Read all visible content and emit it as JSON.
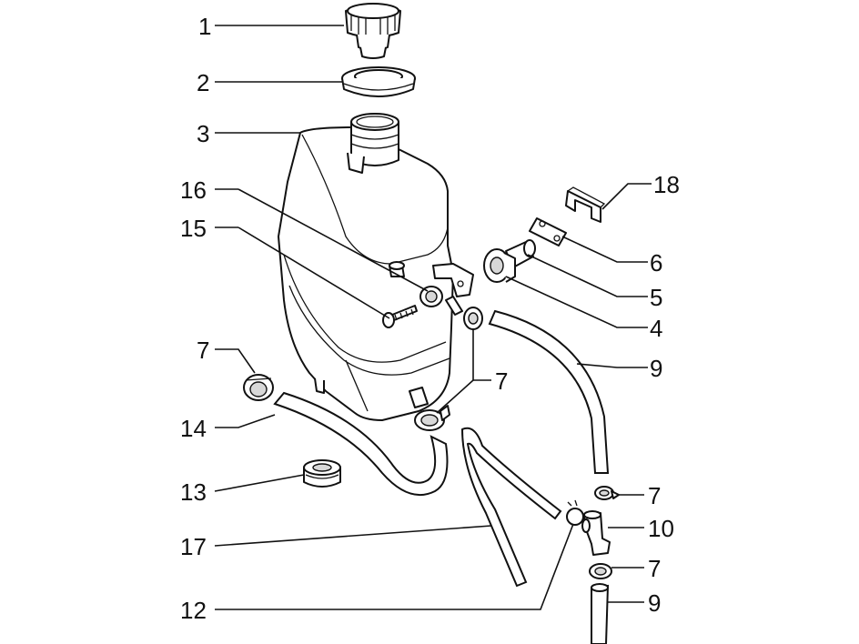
{
  "callouts": [
    {
      "id": "c1",
      "text": "1"
    },
    {
      "id": "c2",
      "text": "2"
    },
    {
      "id": "c3",
      "text": "3"
    },
    {
      "id": "c16",
      "text": "16"
    },
    {
      "id": "c15",
      "text": "15"
    },
    {
      "id": "c7a",
      "text": "7"
    },
    {
      "id": "c14",
      "text": "14"
    },
    {
      "id": "c13",
      "text": "13"
    },
    {
      "id": "c17",
      "text": "17"
    },
    {
      "id": "c12",
      "text": "12"
    },
    {
      "id": "c18",
      "text": "18"
    },
    {
      "id": "c6",
      "text": "6"
    },
    {
      "id": "c5",
      "text": "5"
    },
    {
      "id": "c4",
      "text": "4"
    },
    {
      "id": "c9a",
      "text": "9"
    },
    {
      "id": "c7b",
      "text": "7"
    },
    {
      "id": "c7c",
      "text": "7"
    },
    {
      "id": "c10",
      "text": "10"
    },
    {
      "id": "c7d",
      "text": "7"
    },
    {
      "id": "c9b",
      "text": "9"
    }
  ]
}
